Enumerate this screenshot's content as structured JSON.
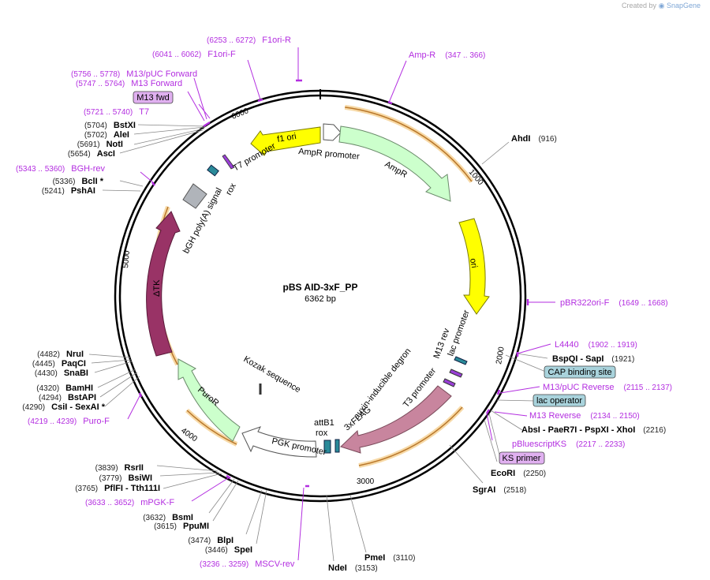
{
  "credit": {
    "prefix": "Created by",
    "brand": "SnapGene"
  },
  "plasmid": {
    "name": "pBS AID-3xF_PP",
    "length": "6362 bp"
  },
  "ticks": [
    "1000",
    "2000",
    "3000",
    "4000",
    "5000",
    "6000"
  ],
  "enzymes": [
    {
      "id": "ahdi",
      "name": "AhdI",
      "pos": "(916)"
    },
    {
      "id": "bspqi-sapi",
      "name": "BspQI - SapI",
      "pos": "(1921)"
    },
    {
      "id": "absi-group",
      "name": "AbsI - PaeR7I - PspXI - XhoI",
      "pos": "(2216)"
    },
    {
      "id": "ecori",
      "name": "EcoRI",
      "pos": "(2250)"
    },
    {
      "id": "sgrai",
      "name": "SgrAI",
      "pos": "(2518)"
    },
    {
      "id": "pmei",
      "name": "PmeI",
      "pos": "(3110)"
    },
    {
      "id": "ndei",
      "name": "NdeI",
      "pos": "(3153)"
    },
    {
      "id": "spei",
      "name": "SpeI",
      "pos": "(3446)"
    },
    {
      "id": "blpi",
      "name": "BlpI",
      "pos": "(3474)"
    },
    {
      "id": "ppumi",
      "name": "PpuMI",
      "pos": "(3615)"
    },
    {
      "id": "bsmi",
      "name": "BsmI",
      "pos": "(3632)"
    },
    {
      "id": "pflfi",
      "name": "PflFI - Tth111I",
      "pos": "(3765)"
    },
    {
      "id": "bsiwi",
      "name": "BsiWI",
      "pos": "(3779)"
    },
    {
      "id": "rsrii",
      "name": "RsrII",
      "pos": "(3839)"
    },
    {
      "id": "csii",
      "name": "CsiI - SexAI *",
      "pos": "(4290)"
    },
    {
      "id": "bstapi",
      "name": "BstAPI",
      "pos": "(4294)"
    },
    {
      "id": "bamhi",
      "name": "BamHI",
      "pos": "(4320)"
    },
    {
      "id": "snabi",
      "name": "SnaBI",
      "pos": "(4430)"
    },
    {
      "id": "paqci",
      "name": "PaqCI",
      "pos": "(4445)"
    },
    {
      "id": "nrui",
      "name": "NruI",
      "pos": "(4482)"
    },
    {
      "id": "pshai",
      "name": "PshAI",
      "pos": "(5241)"
    },
    {
      "id": "bcli",
      "name": "BclI *",
      "pos": "(5336)"
    },
    {
      "id": "asci",
      "name": "AscI",
      "pos": "(5654)"
    },
    {
      "id": "noti",
      "name": "NotI",
      "pos": "(5691)"
    },
    {
      "id": "alei",
      "name": "AleI",
      "pos": "(5702)"
    },
    {
      "id": "bstxi",
      "name": "BstXI",
      "pos": "(5704)"
    }
  ],
  "primers": [
    {
      "id": "f1ori-r",
      "name": "F1ori-R",
      "pos": "(6253 .. 6272)"
    },
    {
      "id": "f1ori-f",
      "name": "F1ori-F",
      "pos": "(6041 .. 6062)"
    },
    {
      "id": "m13-puc-fwd",
      "name": "M13/pUC Forward",
      "pos": "(5756 .. 5778)"
    },
    {
      "id": "m13-fwd",
      "name": "M13 Forward",
      "pos": "(5747 .. 5764)"
    },
    {
      "id": "t7",
      "name": "T7",
      "pos": "(5721 .. 5740)"
    },
    {
      "id": "bgh-rev",
      "name": "BGH-rev",
      "pos": "(5343 .. 5360)"
    },
    {
      "id": "amp-r",
      "name": "Amp-R",
      "pos": "(347 .. 366)"
    },
    {
      "id": "pbr322ori-f",
      "name": "pBR322ori-F",
      "pos": "(1649 .. 1668)"
    },
    {
      "id": "l4440",
      "name": "L4440",
      "pos": "(1902 .. 1919)"
    },
    {
      "id": "m13-puc-rev",
      "name": "M13/pUC Reverse",
      "pos": "(2115 .. 2137)"
    },
    {
      "id": "m13-rev",
      "name": "M13 Reverse",
      "pos": "(2134 .. 2150)"
    },
    {
      "id": "pbluescriptks",
      "name": "pBluescriptKS",
      "pos": "(2217 .. 2233)"
    },
    {
      "id": "puro-f",
      "name": "Puro-F",
      "pos": "(4219 .. 4239)"
    },
    {
      "id": "mpgk-f",
      "name": "mPGK-F",
      "pos": "(3633 .. 3652)"
    },
    {
      "id": "mscv-rev",
      "name": "MSCV-rev",
      "pos": "(3236 .. 3259)"
    }
  ],
  "boxes": [
    {
      "id": "m13-fwd-box",
      "name": "M13 fwd",
      "color": "#e0b0f0"
    },
    {
      "id": "cap-box",
      "name": "CAP binding site",
      "color": "#a9d3dc"
    },
    {
      "id": "lacop-box",
      "name": "lac operator",
      "color": "#a9d3dc"
    },
    {
      "id": "ksprimer-box",
      "name": "KS primer",
      "color": "#e0b0f0"
    }
  ],
  "features": [
    {
      "id": "f1ori",
      "name": "f1 ori",
      "color": "#ffff00"
    },
    {
      "id": "ampr-promoter",
      "name": "AmpR promoter",
      "color": "#ffffff"
    },
    {
      "id": "ampr",
      "name": "AmpR",
      "color": "#ccffcc"
    },
    {
      "id": "ori",
      "name": "ori",
      "color": "#ffff00"
    },
    {
      "id": "m13rev",
      "name": "M13 rev"
    },
    {
      "id": "lacpromoter",
      "name": "lac promoter"
    },
    {
      "id": "aid",
      "name": "auxin-inducible degron",
      "color": "#c8859e"
    },
    {
      "id": "t3",
      "name": "T3 promoter"
    },
    {
      "id": "flag",
      "name": "3xFLAG",
      "color": "#c8859e"
    },
    {
      "id": "attb1",
      "name": "attB1"
    },
    {
      "id": "rox2",
      "name": "rox"
    },
    {
      "id": "pgk",
      "name": "PGK promoter",
      "color": "#ffffff"
    },
    {
      "id": "puror",
      "name": "PuroR",
      "color": "#ccffcc"
    },
    {
      "id": "dtk",
      "name": "ΔTK",
      "color": "#993366"
    },
    {
      "id": "bgh",
      "name": "bGH poly(A) signal",
      "color": "#b0b4ba"
    },
    {
      "id": "rox1",
      "name": "rox"
    },
    {
      "id": "t7",
      "name": "T7 promoter"
    },
    {
      "id": "kozak",
      "name": "Kozak sequence"
    }
  ],
  "colors": {
    "backbone": "#000000",
    "orf_ring": "#e7b24f",
    "primer": "#b32ee0",
    "teal": "#2a8a99"
  }
}
